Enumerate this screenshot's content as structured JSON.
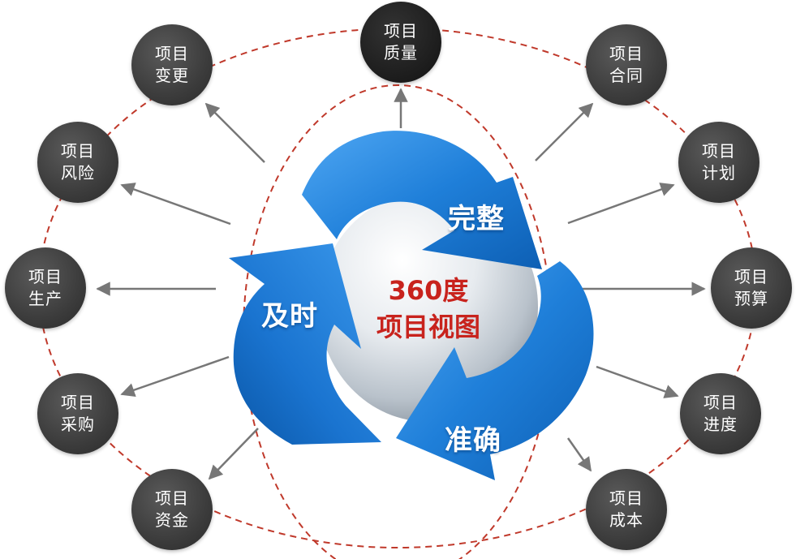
{
  "center": {
    "line1": "360度",
    "line2": "项目视图"
  },
  "qualities": {
    "complete": "完整",
    "timely": "及时",
    "accurate": "准确"
  },
  "nodes": [
    {
      "id": "quality",
      "line1": "项目",
      "line2": "质量",
      "dark": true
    },
    {
      "id": "contract",
      "line1": "项目",
      "line2": "合同"
    },
    {
      "id": "plan",
      "line1": "项目",
      "line2": "计划"
    },
    {
      "id": "budget",
      "line1": "项目",
      "line2": "预算"
    },
    {
      "id": "progress",
      "line1": "项目",
      "line2": "进度"
    },
    {
      "id": "cost",
      "line1": "项目",
      "line2": "成本"
    },
    {
      "id": "funds",
      "line1": "项目",
      "line2": "资金"
    },
    {
      "id": "procurement",
      "line1": "项目",
      "line2": "采购"
    },
    {
      "id": "production",
      "line1": "项目",
      "line2": "生产"
    },
    {
      "id": "risk",
      "line1": "项目",
      "line2": "风险"
    },
    {
      "id": "change",
      "line1": "项目",
      "line2": "变更"
    }
  ],
  "colors": {
    "ring": "#c0392b",
    "arrow_blue": "#1f7fd9",
    "node": "#3d3d3d",
    "center_text": "#c8231d",
    "connector": "#777777"
  }
}
